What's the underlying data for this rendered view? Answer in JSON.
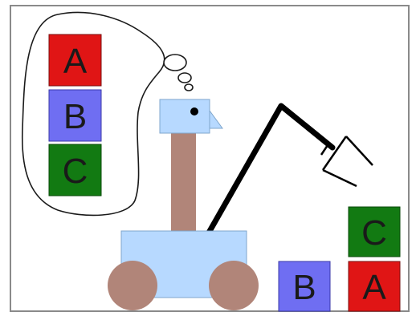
{
  "colors": {
    "red_block": "#e01515",
    "blue_block": "#6f6ef2",
    "green_block": "#127a12",
    "robot_body": "#b7d9ff",
    "robot_wheels": "#b18579",
    "arm": "#000000",
    "frame": "#8a8a8a"
  },
  "thought_bubble": {
    "blocks": [
      {
        "label": "A",
        "color": "red"
      },
      {
        "label": "B",
        "color": "blue"
      },
      {
        "label": "C",
        "color": "green"
      }
    ]
  },
  "world": {
    "stack": [
      {
        "label": "C",
        "color": "green"
      },
      {
        "label": "A",
        "color": "red"
      }
    ],
    "single": {
      "label": "B",
      "color": "blue"
    }
  }
}
